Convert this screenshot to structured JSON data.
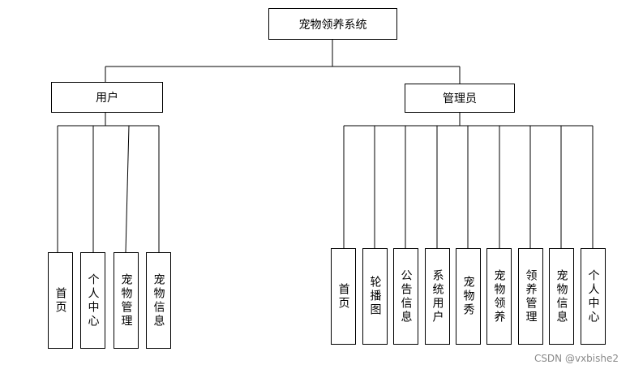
{
  "root": {
    "label": "宠物领养系统"
  },
  "user": {
    "label": "用户",
    "children": [
      "首页",
      "个人中心",
      "宠物管理",
      "宠物信息"
    ]
  },
  "admin": {
    "label": "管理员",
    "children": [
      "首页",
      "轮播图",
      "公告信息",
      "系统用户",
      "宠物秀",
      "宠物领养",
      "领养管理",
      "宠物信息",
      "个人中心"
    ]
  },
  "watermark": "CSDN @vxbishe2"
}
